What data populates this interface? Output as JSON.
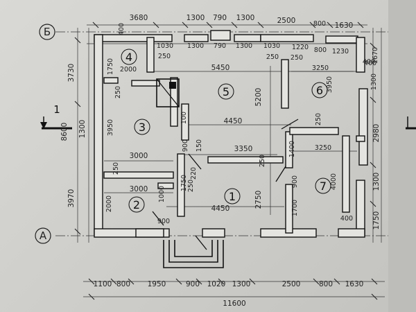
{
  "axes": {
    "top": "Б",
    "bottom": "А"
  },
  "section_mark": "1",
  "rooms": [
    "1",
    "2",
    "3",
    "4",
    "5",
    "6",
    "7"
  ],
  "dims": {
    "top_outer": [
      "3680",
      "1300",
      "790",
      "1300",
      "2500",
      "800",
      "1630"
    ],
    "top_inner": [
      "1030",
      "1300",
      "790",
      "1300",
      "1030",
      "1220",
      "800",
      "1230"
    ],
    "top_small": [
      "400",
      "250",
      "250",
      "250",
      "400"
    ],
    "left_outer": [
      "3730",
      "8600",
      "1300",
      "3970"
    ],
    "left_inner": [
      "1750",
      "3950",
      "2000"
    ],
    "right": [
      "1670",
      "400",
      "1300",
      "3950",
      "2980",
      "1300",
      "1750"
    ],
    "interior": {
      "d2000_top": "2000",
      "d5450": "5450",
      "d3250_a": "3250",
      "d5200": "5200",
      "d4450_a": "4450",
      "d100": "100",
      "d3000_a": "3000",
      "d3350": "3350",
      "d250_a": "250",
      "d1400": "1400",
      "d3250_b": "3250",
      "d3000_b": "3000",
      "d2750": "2750",
      "d4000": "4000",
      "d900_a": "900",
      "d1000": "1000",
      "d4450_b": "4450",
      "d1700": "1700",
      "d900_b": "900",
      "d1750_mid": "1750",
      "d150": "150",
      "d250_b": "250",
      "d220": "220",
      "d250_c": "250",
      "d400": "400",
      "d250_left": "250",
      "d900_c": "900",
      "d250_d": "250"
    },
    "bottom_row": [
      "1100",
      "800",
      "1950",
      "900",
      "1020",
      "1300",
      "2500",
      "800",
      "1630"
    ],
    "total": "11600"
  }
}
